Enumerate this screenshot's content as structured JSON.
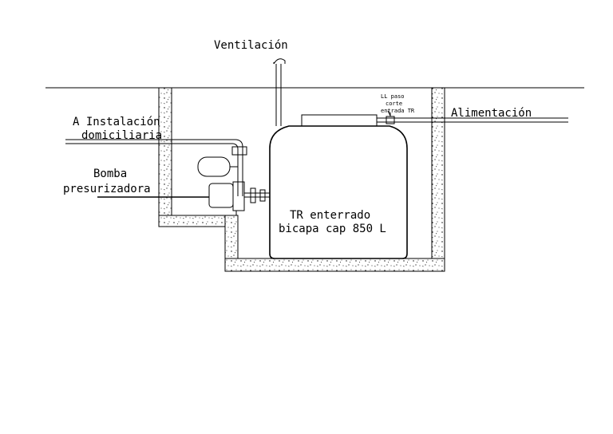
{
  "labels": {
    "ventilacion": "Ventilación",
    "alimentacion": "Alimentación",
    "ll_paso_1": "LL paso",
    "ll_paso_2": "corte",
    "ll_paso_3": "entrada TR",
    "instalacion_1": "A Instalación",
    "instalacion_2": "domiciliaria",
    "bomba_1": "Bomba",
    "bomba_2": "presurizadora",
    "tanque_1": "TR enterrado",
    "tanque_2": "bicapa cap 850 L"
  },
  "colors": {
    "line": "#000000",
    "background": "#ffffff"
  }
}
